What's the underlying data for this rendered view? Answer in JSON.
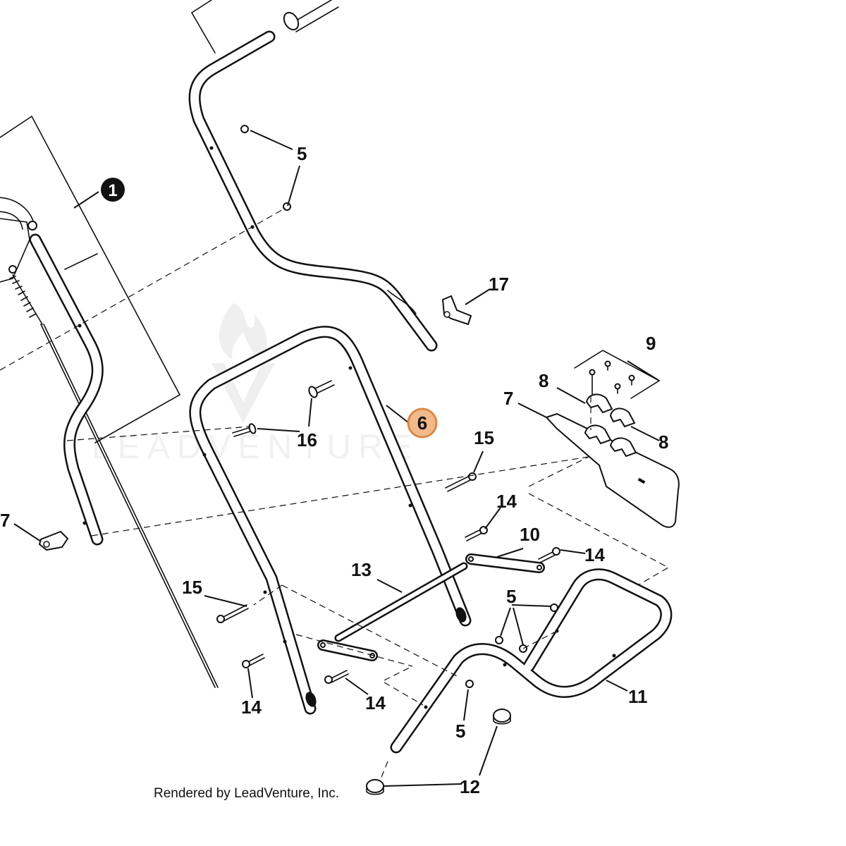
{
  "watermark": {
    "text": "LEADVENTURE"
  },
  "credit": {
    "text": "Rendered by LeadVenture, Inc."
  },
  "callouts": {
    "c1": "1",
    "c5a": "5",
    "c5b": "5",
    "c5c": "5",
    "c6": "6",
    "c7a": "7",
    "c7b": "7",
    "c8a": "8",
    "c8b": "8",
    "c9": "9",
    "c10": "10",
    "c11": "11",
    "c12": "12",
    "c13": "13",
    "c14a": "14",
    "c14b": "14",
    "c14c": "14",
    "c14d": "14",
    "c15a": "15",
    "c15b": "15",
    "c16": "16",
    "c17": "17"
  },
  "colors": {
    "line": "#111111",
    "highlight_fill": "#f2b98a",
    "highlight_stroke": "#d98a4a",
    "badge_fill": "#111111",
    "watermark": "#e6e6e6"
  }
}
